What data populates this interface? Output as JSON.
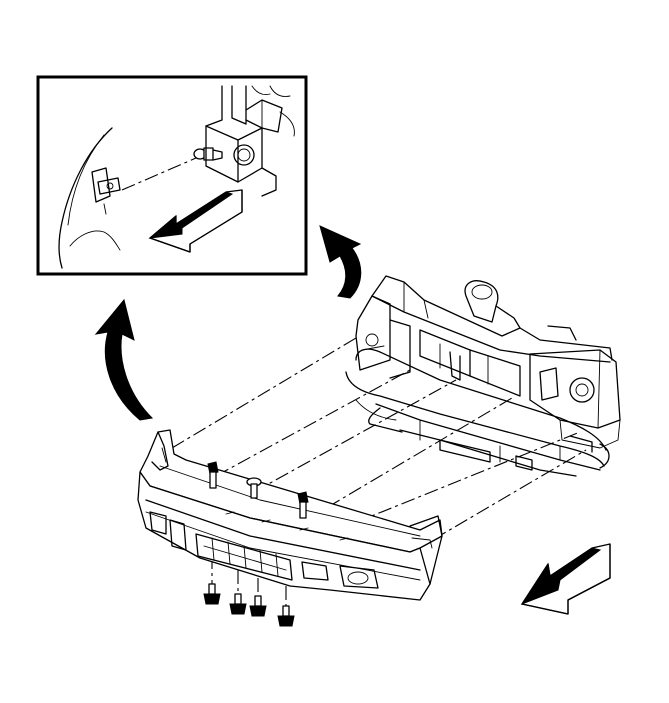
{
  "diagram": {
    "description_visible_text": "",
    "parts": [
      {
        "name": "front-bumper-fascia"
      },
      {
        "name": "radiator-support-frame"
      },
      {
        "name": "detail-inset-retainer-clip"
      }
    ],
    "fasteners": {
      "upper_bolts": 3,
      "upper_push_pin": 1,
      "lower_bolts": 4
    },
    "direction_arrows": {
      "front_indicator": "front-of-vehicle",
      "detail_callout": "curved-arrow-to-inset"
    },
    "colors": {
      "line": "#000000",
      "background": "#ffffff"
    }
  }
}
